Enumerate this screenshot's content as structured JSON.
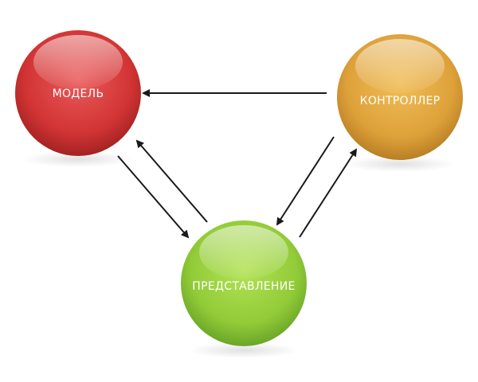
{
  "nodes": {
    "model": {
      "label": "МОДЕЛЬ",
      "color": "#d63a3a"
    },
    "controller": {
      "label": "КОНТРОЛЛЕР",
      "color": "#e0a83a"
    },
    "view": {
      "label": "ПРЕДСТАВЛЕНИЕ",
      "color": "#96cf3c"
    }
  },
  "edges": [
    {
      "from": "controller",
      "to": "model"
    },
    {
      "from": "model",
      "to": "view"
    },
    {
      "from": "view",
      "to": "model"
    },
    {
      "from": "controller",
      "to": "view"
    },
    {
      "from": "view",
      "to": "controller"
    }
  ]
}
